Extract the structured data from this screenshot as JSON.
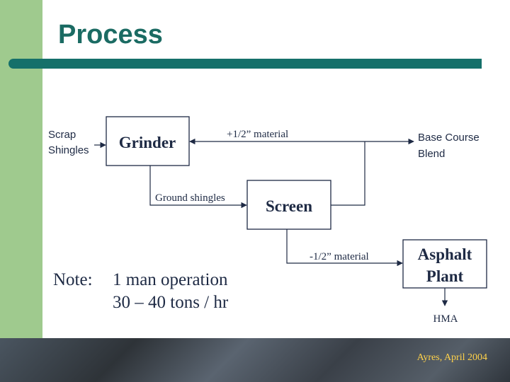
{
  "slide": {
    "title": "Process",
    "footer_credit": "Ayres, April 2004",
    "colors": {
      "sidebar": "#9fca8e",
      "accent": "#15706a",
      "title": "#1b6b63",
      "ink": "#1e2a44",
      "credit": "#ffd24a"
    }
  },
  "diagram": {
    "nodes": {
      "grinder": "Grinder",
      "screen": "Screen",
      "asphalt_line1": "Asphalt",
      "asphalt_line2": "Plant"
    },
    "inputs": {
      "scrap_line1": "Scrap",
      "scrap_line2": "Shingles"
    },
    "edges": {
      "plus_half": "+1/2” material",
      "ground_shingles": "Ground shingles",
      "minus_half": "-1/2” material"
    },
    "outputs": {
      "base_line1": "Base Course",
      "base_line2": "Blend",
      "hma": "HMA"
    }
  },
  "note": {
    "label": "Note:",
    "lines": [
      "1 man operation",
      "30 – 40 tons / hr"
    ]
  }
}
